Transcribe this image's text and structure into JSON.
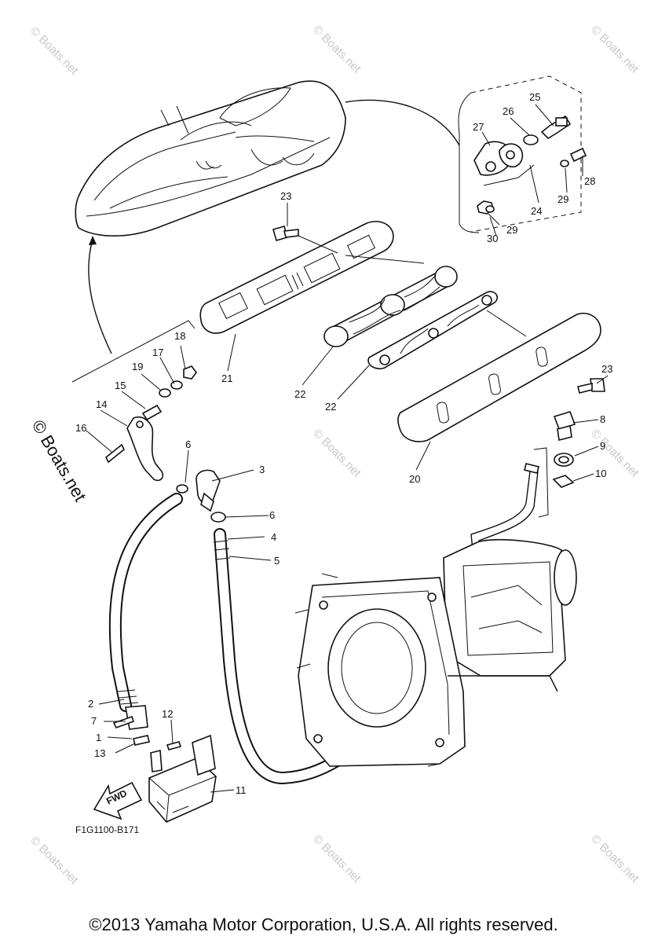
{
  "callouts": [
    "1",
    "2",
    "3",
    "4",
    "5",
    "6",
    "6",
    "7",
    "8",
    "9",
    "10",
    "11",
    "12",
    "13",
    "14",
    "15",
    "16",
    "17",
    "18",
    "19",
    "20",
    "21",
    "22",
    "22",
    "23",
    "23",
    "24",
    "25",
    "26",
    "27",
    "28",
    "29",
    "29",
    "30"
  ],
  "figure_code": "F1G1100-B171",
  "fwd_label": "FWD",
  "watermark": "© Boats.net",
  "side_watermark": "© Boats.net",
  "copyright": "©2013 Yamaha Motor Corporation, U.S.A. All rights reserved."
}
